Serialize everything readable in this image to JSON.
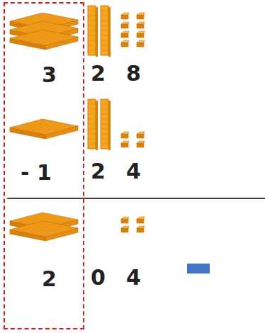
{
  "diagram": {
    "nodes": [
      {
        "text": [
          "3",
          "- 1",
          "2"
        ]
      }
    ],
    "labels": [
      "2",
      "8",
      "2",
      "4",
      "0",
      "4"
    ]
  }
}
